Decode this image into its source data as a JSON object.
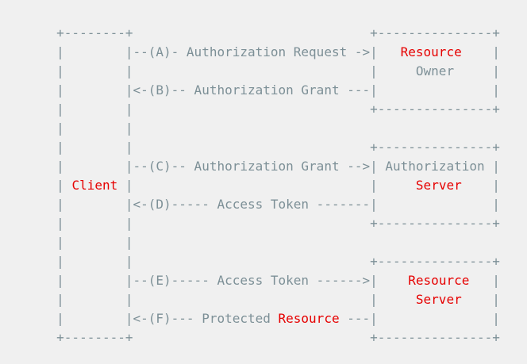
{
  "page": {
    "background_color": "#f0f0f0"
  },
  "colors": {
    "foreground": "#7d9097",
    "highlight": "#e60000",
    "background": "#f0f0f0"
  },
  "diagram": {
    "type": "ascii-flow",
    "boxes": [
      {
        "label": "Client",
        "highlighted_words": [
          "Client"
        ]
      },
      {
        "label": "Resource Owner",
        "highlighted_words": [
          "Resource"
        ]
      },
      {
        "label": "Authorization Server",
        "highlighted_words": [
          "Server"
        ]
      },
      {
        "label": "Resource Server",
        "highlighted_words": [
          "Resource",
          "Server"
        ]
      }
    ],
    "flows": [
      {
        "id": "A",
        "label": "Authorization Request",
        "arrow": "->"
      },
      {
        "id": "B",
        "label": "Authorization Grant",
        "arrow": "<-"
      },
      {
        "id": "C",
        "label": "Authorization Grant",
        "arrow": "->"
      },
      {
        "id": "D",
        "label": "Access Token",
        "arrow": "<-"
      },
      {
        "id": "E",
        "label": "Access Token",
        "arrow": "->"
      },
      {
        "id": "F",
        "label": "Protected Resource",
        "arrow": "<-",
        "highlighted_words": [
          "Resource"
        ]
      }
    ],
    "lines": [
      [
        {
          "t": "     +--------+                               +---------------+",
          "c": "fg"
        }
      ],
      [
        {
          "t": "     |        |--(A)- Authorization Request ->|   ",
          "c": "fg"
        },
        {
          "t": "Resource",
          "c": "red"
        },
        {
          "t": "    |",
          "c": "fg"
        }
      ],
      [
        {
          "t": "     |        |                               |     Owner     |",
          "c": "fg"
        }
      ],
      [
        {
          "t": "     |        |<-(B)-- Authorization Grant ---|               |",
          "c": "fg"
        }
      ],
      [
        {
          "t": "     |        |                               +---------------+",
          "c": "fg"
        }
      ],
      [
        {
          "t": "     |        |",
          "c": "fg"
        }
      ],
      [
        {
          "t": "     |        |                               +---------------+",
          "c": "fg"
        }
      ],
      [
        {
          "t": "     |        |--(C)-- Authorization Grant -->| Authorization |",
          "c": "fg"
        }
      ],
      [
        {
          "t": "     | ",
          "c": "fg"
        },
        {
          "t": "Client",
          "c": "red"
        },
        {
          "t": " |                               |     ",
          "c": "fg"
        },
        {
          "t": "Server",
          "c": "red"
        },
        {
          "t": "    |",
          "c": "fg"
        }
      ],
      [
        {
          "t": "     |        |<-(D)----- Access Token -------|               |",
          "c": "fg"
        }
      ],
      [
        {
          "t": "     |        |                               +---------------+",
          "c": "fg"
        }
      ],
      [
        {
          "t": "     |        |",
          "c": "fg"
        }
      ],
      [
        {
          "t": "     |        |                               +---------------+",
          "c": "fg"
        }
      ],
      [
        {
          "t": "     |        |--(E)----- Access Token ------>|    ",
          "c": "fg"
        },
        {
          "t": "Resource",
          "c": "red"
        },
        {
          "t": "   |",
          "c": "fg"
        }
      ],
      [
        {
          "t": "     |        |                               |     ",
          "c": "fg"
        },
        {
          "t": "Server",
          "c": "red"
        },
        {
          "t": "    |",
          "c": "fg"
        }
      ],
      [
        {
          "t": "     |        |<-(F)--- Protected ",
          "c": "fg"
        },
        {
          "t": "Resource",
          "c": "red"
        },
        {
          "t": " ---|               |",
          "c": "fg"
        }
      ],
      [
        {
          "t": "     +--------+                               +---------------+",
          "c": "fg"
        }
      ]
    ]
  }
}
